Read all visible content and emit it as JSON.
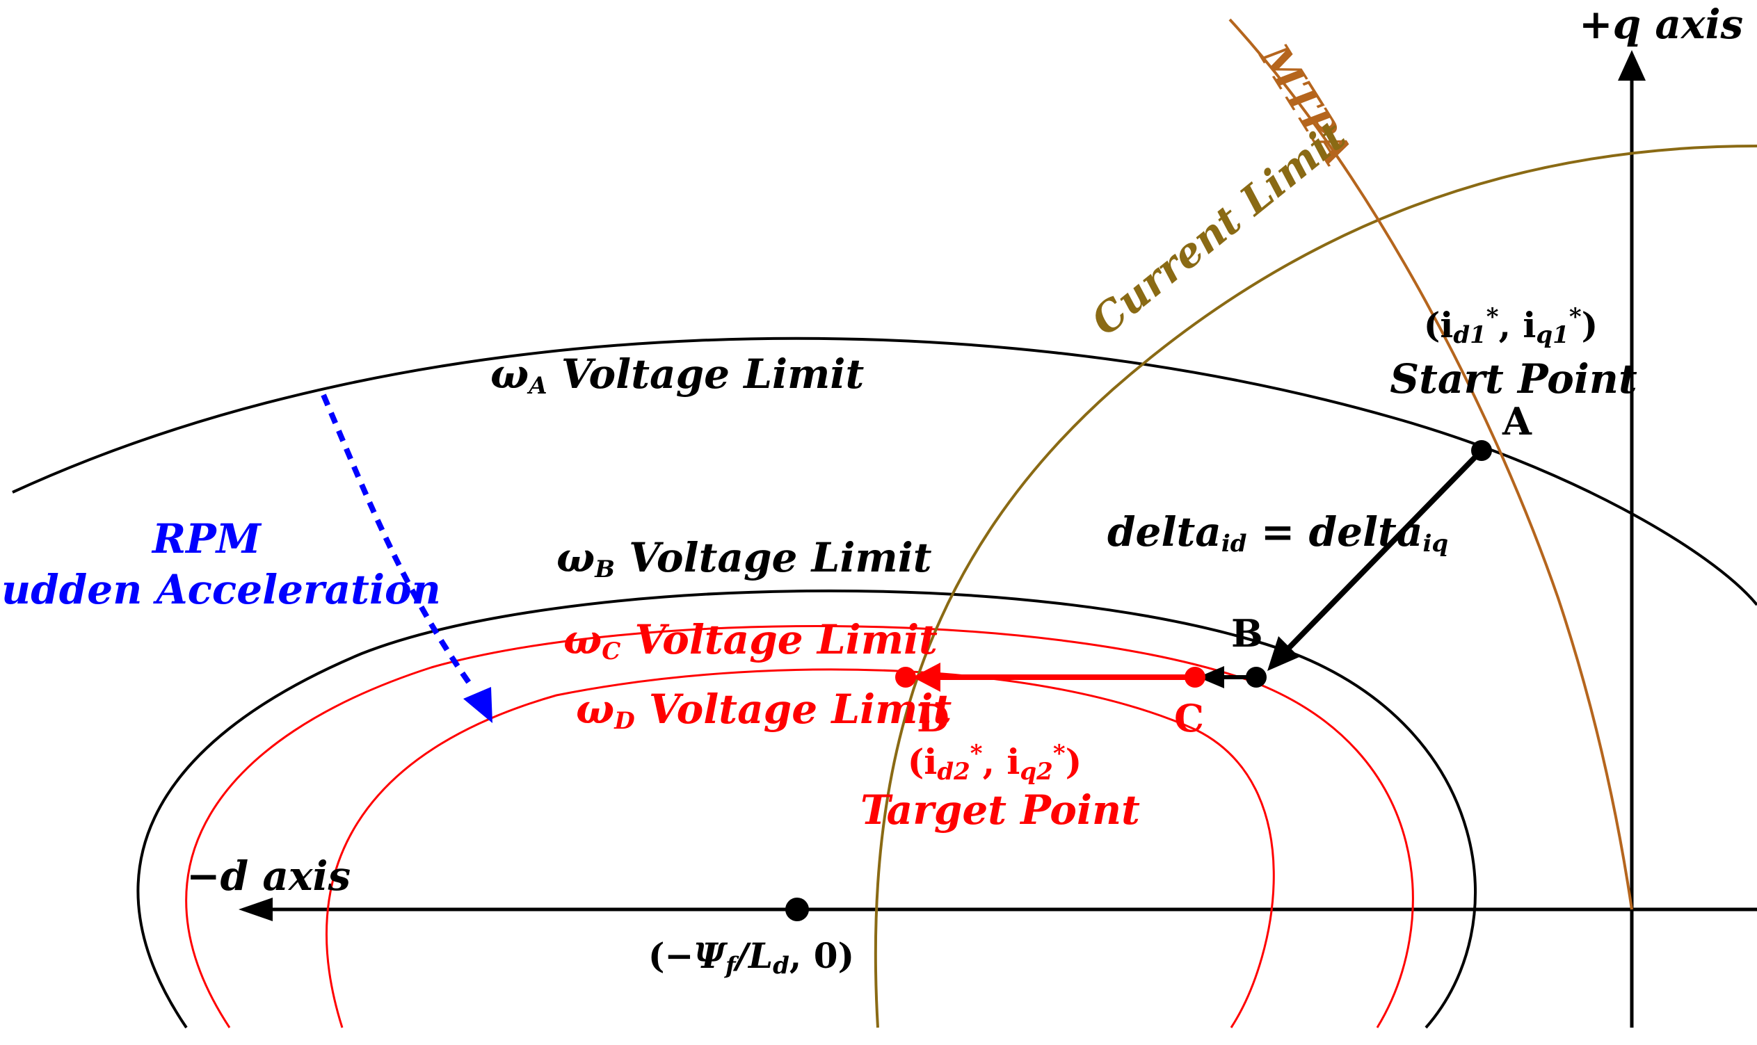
{
  "colors": {
    "black": "#000000",
    "red": "#ff0000",
    "blue": "#0000ff",
    "mtpa": "#b5651d",
    "current_limit": "#8a6a14"
  },
  "axes": {
    "q_label": "+q axis",
    "d_label": "−d axis"
  },
  "curves": {
    "mtpa": "MTPA",
    "current_limit": "Current Limit",
    "omega_a": {
      "symbol": "ω",
      "sub": "A",
      "text": " Voltage Limit"
    },
    "omega_b": {
      "symbol": "ω",
      "sub": "B",
      "text": " Voltage Limit"
    },
    "omega_c": {
      "symbol": "ω",
      "sub": "C",
      "text": " Voltage Limit"
    },
    "omega_d": {
      "symbol": "ω",
      "sub": "D",
      "text": " Voltage Limit"
    }
  },
  "rpm": {
    "line1": "RPM",
    "line2": "Sudden Acceleration"
  },
  "points": {
    "a": "A",
    "b": "B",
    "c": "C",
    "d": "D"
  },
  "start": {
    "open": "(i",
    "sub1": "d1",
    "sup1": "*",
    "mid": ", i",
    "sub2": "q1",
    "sup2": "*",
    "close": ")",
    "label": "Start Point"
  },
  "target": {
    "open": "(i",
    "sub1": "d2",
    "sup1": "*",
    "mid": ", i",
    "sub2": "q2",
    "sup2": "*",
    "close": ")",
    "label": "Target Point"
  },
  "delta": {
    "word1": "delta",
    "sub1": "id",
    "eq": " = ",
    "word2": "delta",
    "sub2": "iq"
  },
  "center": {
    "open": "(−",
    "psi": "Ψ",
    "psi_sub": "f",
    "slash": "/L",
    "l_sub": "d",
    "close": ", 0)"
  }
}
